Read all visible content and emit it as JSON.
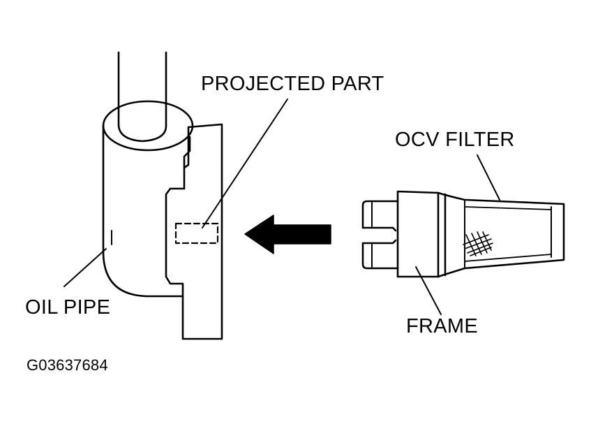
{
  "labels": {
    "projected_part": "PROJECTED PART",
    "ocv_filter": "OCV FILTER",
    "oil_pipe": "OIL PIPE",
    "frame": "FRAME",
    "figure_code": "G03637684"
  },
  "colors": {
    "line": "#000000",
    "background": "#ffffff"
  }
}
